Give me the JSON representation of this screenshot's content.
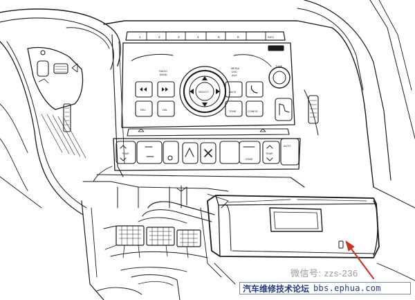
{
  "diagram": {
    "preset_buttons": [
      "1",
      "2",
      "3",
      "4",
      "5",
      "6",
      "INFO"
    ],
    "labels": {
      "radio_band": "RADIO\nBAND",
      "media": "MEDIA\nDVD\nAUX",
      "tune": "TUNE",
      "select": "SELECT",
      "rec": "REC",
      "del": "DEL",
      "back": "BACK",
      "tone": "TONE",
      "config": "CONFIG",
      "temp_left": "TEMP",
      "temp_right": "TEMP",
      "zone": "ZONE",
      "auto": "AUTO"
    }
  },
  "watermark": {
    "weixin": "微信号: zzs-236",
    "site_name": "汽车维修技术论坛",
    "site_url": "bbs.ephua.com"
  },
  "colors": {
    "line": "#1a1a1a",
    "arrow": "#c0392b",
    "watermark_text": "#223a7a"
  }
}
